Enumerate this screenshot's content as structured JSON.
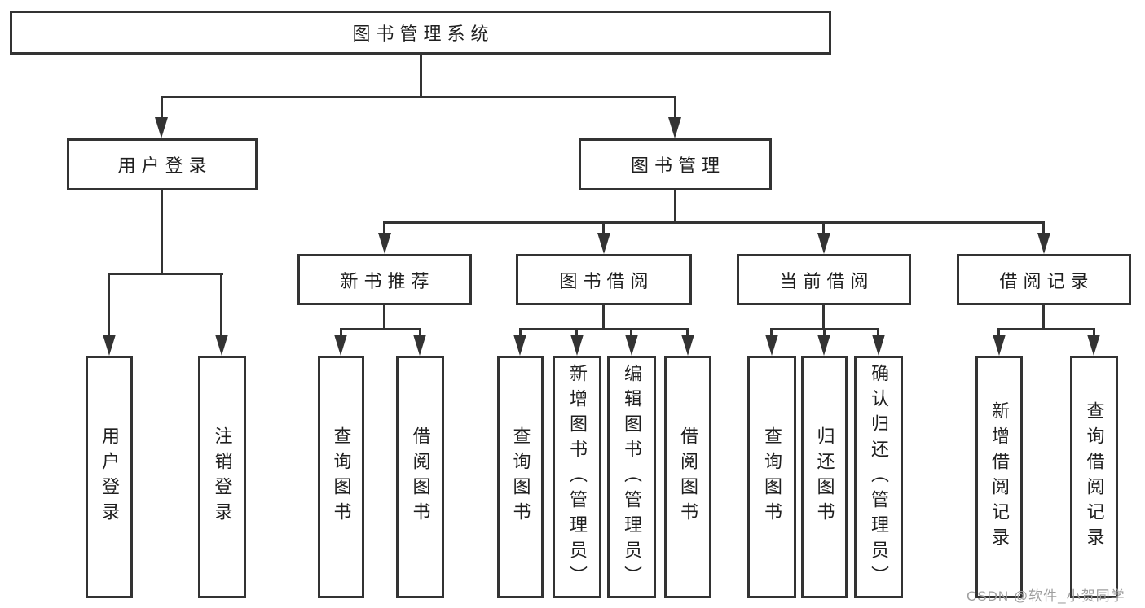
{
  "title": "图书管理系统",
  "branches": {
    "user_login": {
      "label": "用户登录",
      "children": [
        "用户登录",
        "注销登录"
      ]
    },
    "book_management": {
      "label": "图书管理",
      "groups": [
        {
          "label": "新书推荐",
          "children": [
            "查询图书",
            "借阅图书"
          ]
        },
        {
          "label": "图书借阅",
          "children": [
            "查询图书",
            "新增图书（管理员）",
            "编辑图书（管理员）",
            "借阅图书"
          ]
        },
        {
          "label": "当前借阅",
          "children": [
            "查询图书",
            "归还图书",
            "确认归还（管理员）"
          ]
        },
        {
          "label": "借阅记录",
          "children": [
            "新增借阅记录",
            "查询借阅记录"
          ]
        }
      ]
    }
  },
  "watermark": {
    "text": "CSDN @软件_小贺同学"
  },
  "colors": {
    "line": "#333333",
    "text": "#1f1f1f",
    "watermark": "#9e9e9e",
    "background": "#ffffff"
  }
}
